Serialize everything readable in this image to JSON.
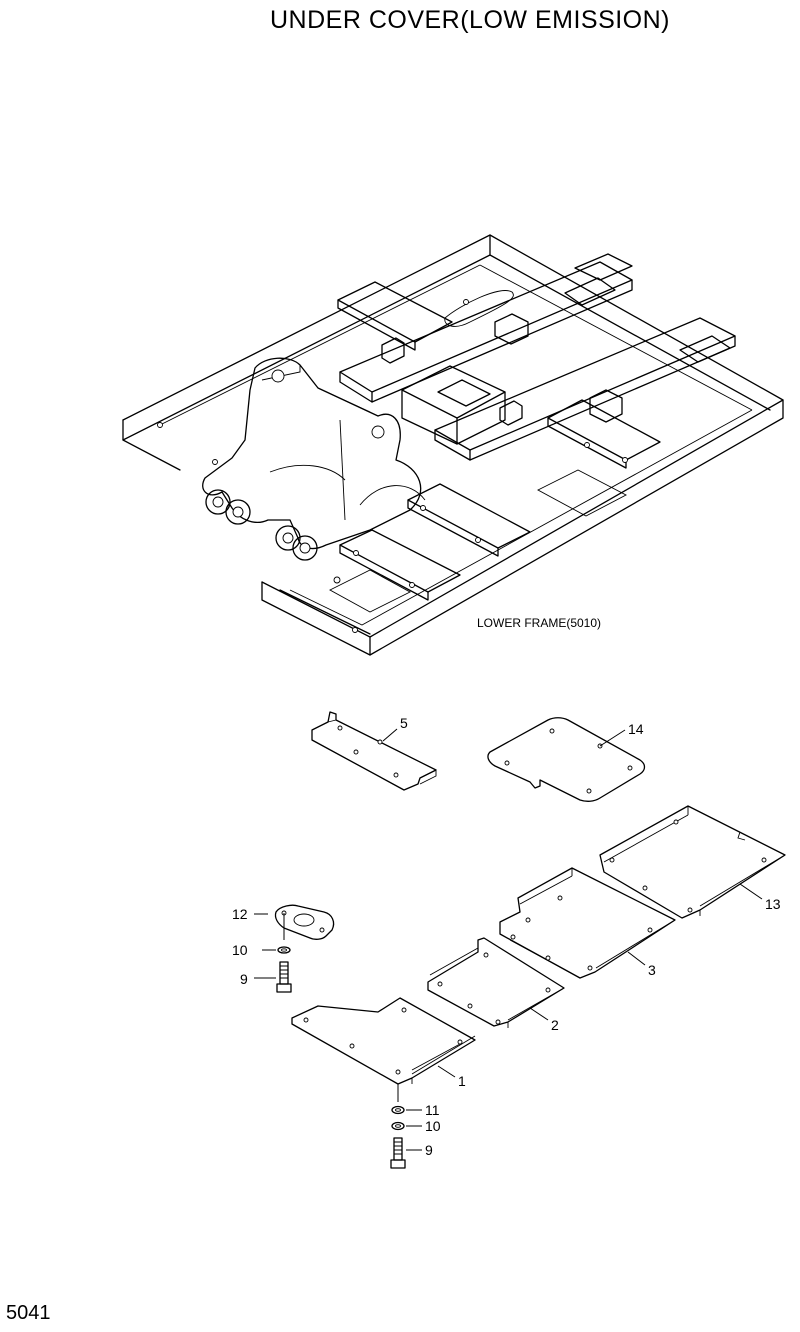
{
  "title": "UNDER COVER(LOW EMISSION)",
  "page_number": "5041",
  "frame_label": "LOWER FRAME(5010)",
  "callouts": {
    "c1": "1",
    "c2": "2",
    "c3": "3",
    "c5": "5",
    "c9a": "9",
    "c9b": "9",
    "c10a": "10",
    "c10b": "10",
    "c11": "11",
    "c12": "12",
    "c13": "13",
    "c14": "14"
  }
}
